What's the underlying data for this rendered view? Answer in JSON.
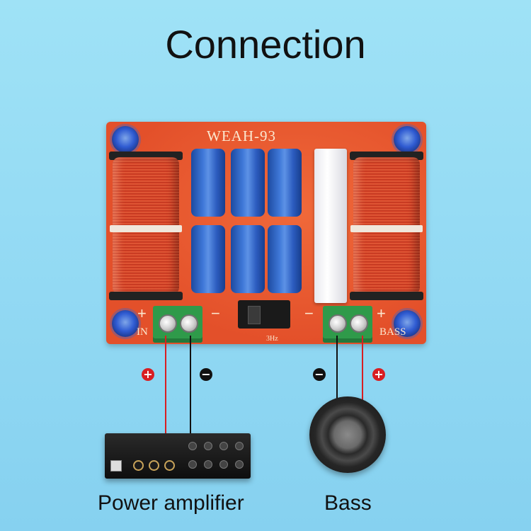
{
  "title": "Connection",
  "board": {
    "model": "WEAH-93",
    "switch_label": "3Hz",
    "input_label": "IN",
    "output_label": "BASS",
    "plus_sign": "+",
    "minus_sign": "−"
  },
  "polarity": {
    "plus": "+",
    "minus": "−"
  },
  "colors": {
    "positive_wire": "#d81e22",
    "negative_wire": "#111111",
    "background": "#9fe2f6",
    "board": "#e8552a"
  },
  "devices": {
    "amplifier_caption": "Power amplifier",
    "speaker_caption": "Bass"
  }
}
